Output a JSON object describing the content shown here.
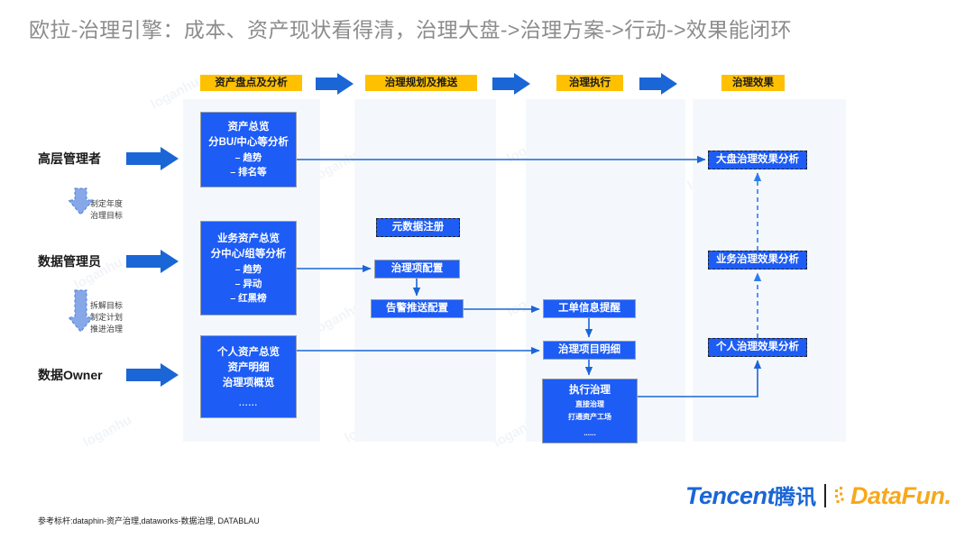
{
  "page": {
    "title": "欧拉-治理引擎：成本、资产现状看得清，治理大盘->治理方案->行动->效果能闭环",
    "footnote": "参考标杆:dataphin-资产治理,dataworks-数据治理, DATABLAU",
    "watermark": "loganhu",
    "colors": {
      "banner_bg": "#FFC000",
      "box_blue": "#1d5cf5",
      "arrow_blue": "#1a66d6",
      "band_bg": "#f4f8fc",
      "title_gray": "#8c8c8c",
      "tencent_blue": "#1a66d6",
      "datafun_orange": "#F7A81B"
    }
  },
  "stages": [
    {
      "label": "资产盘点及分析"
    },
    {
      "label": "治理规划及推送"
    },
    {
      "label": "治理执行"
    },
    {
      "label": "治理效果"
    }
  ],
  "roles": [
    {
      "label": "高层管理者"
    },
    {
      "label": "数据管理员"
    },
    {
      "label": "数据Owner"
    }
  ],
  "role_flows": [
    {
      "lines": [
        "制定年度",
        "治理目标"
      ]
    },
    {
      "lines": [
        "拆解目标",
        "制定计划",
        "推进治理"
      ]
    }
  ],
  "boxes": {
    "asset_overview": {
      "title": "资产总览",
      "subtitle": "分BU/中心等分析",
      "items": [
        "– 趋势",
        "– 排名等"
      ]
    },
    "biz_asset_overview": {
      "title": "业务资产总览",
      "subtitle": "分中心/组等分析",
      "items": [
        "– 趋势",
        "– 异动",
        "– 红黑榜"
      ]
    },
    "personal_asset_overview": {
      "title": "个人资产总览",
      "line2": "资产明细",
      "line3": "治理项概览",
      "dots": "......"
    },
    "metadata_register": {
      "label": "元数据注册"
    },
    "governance_item_config": {
      "label": "治理项配置"
    },
    "alert_push_config": {
      "label": "告警推送配置"
    },
    "ticket_notice": {
      "label": "工单信息提醒"
    },
    "governance_item_detail": {
      "label": "治理项目明细"
    },
    "execute_governance": {
      "title": "执行治理",
      "items": [
        "直接治理",
        "打通资产工场"
      ],
      "dots": "......"
    },
    "dashboard_effect": {
      "label": "大盘治理效果分析"
    },
    "biz_effect": {
      "label": "业务治理效果分析"
    },
    "personal_effect": {
      "label": "个人治理效果分析"
    }
  },
  "logos": {
    "tencent_en": "Tencent",
    "tencent_cn": "腾讯",
    "datafun": "DataFun."
  }
}
